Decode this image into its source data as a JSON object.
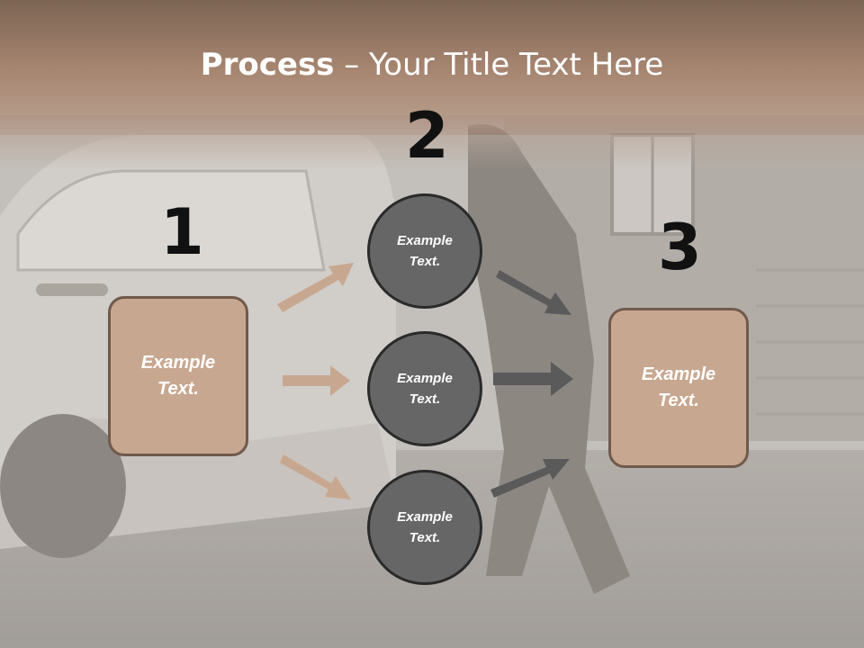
{
  "title": {
    "bold": "Process",
    "rest": " – Your Title Text Here"
  },
  "numbers": [
    "1",
    "2",
    "3"
  ],
  "left_box": {
    "text": "Example Text."
  },
  "circles": [
    {
      "text": "Example Text."
    },
    {
      "text": "Example Text."
    },
    {
      "text": "Example Text."
    }
  ],
  "right_box": {
    "text": "Example Text."
  },
  "colors": {
    "header_band": "#a78671",
    "box_fill": "#c8a790",
    "circle_fill": "#666666",
    "arrow_tan": "#c8a790",
    "arrow_gray": "#5a5a5a"
  }
}
